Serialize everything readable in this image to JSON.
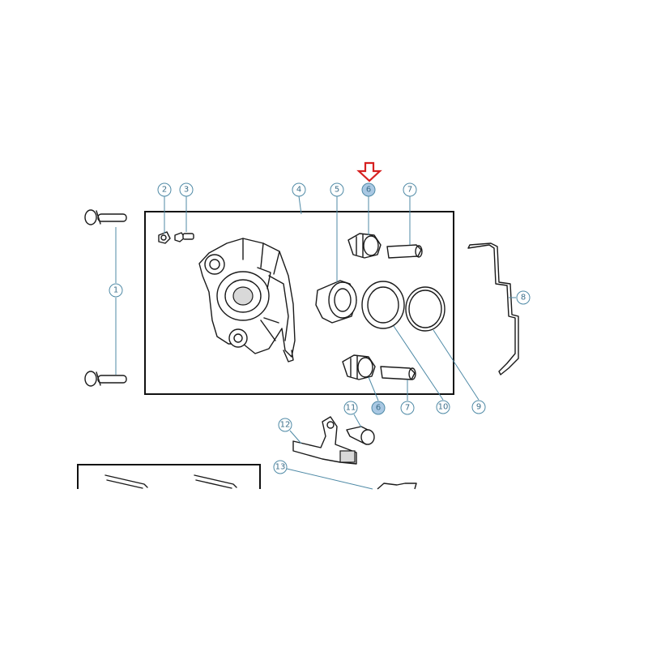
{
  "diagram": {
    "accent_color": "#d62020",
    "callout_color": "#4f8aa6",
    "highlight_fill": "#a9c8e3",
    "highlighted_callout": "6",
    "indicator_icon": "red-down-arrow-icon",
    "callouts": [
      {
        "id": "c1",
        "label": "1"
      },
      {
        "id": "c2",
        "label": "2"
      },
      {
        "id": "c3",
        "label": "3"
      },
      {
        "id": "c4",
        "label": "4"
      },
      {
        "id": "c5",
        "label": "5"
      },
      {
        "id": "c6a",
        "label": "6"
      },
      {
        "id": "c6b",
        "label": "6"
      },
      {
        "id": "c7a",
        "label": "7"
      },
      {
        "id": "c7b",
        "label": "7"
      },
      {
        "id": "c8",
        "label": "8"
      },
      {
        "id": "c9",
        "label": "9"
      },
      {
        "id": "c10",
        "label": "10"
      },
      {
        "id": "c11",
        "label": "11"
      },
      {
        "id": "c12",
        "label": "12"
      },
      {
        "id": "c13",
        "label": "13"
      }
    ]
  }
}
